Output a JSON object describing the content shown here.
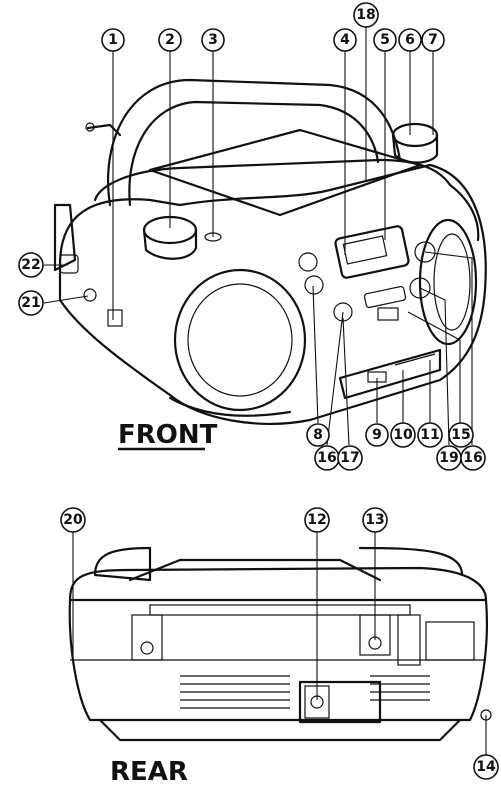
{
  "views": {
    "front": {
      "label": "FRONT"
    },
    "rear": {
      "label": "REAR"
    }
  },
  "callouts": {
    "front": [
      {
        "id": "c1",
        "label": "1"
      },
      {
        "id": "c2",
        "label": "2"
      },
      {
        "id": "c3",
        "label": "3"
      },
      {
        "id": "c4",
        "label": "4"
      },
      {
        "id": "c18",
        "label": "18"
      },
      {
        "id": "c5",
        "label": "5"
      },
      {
        "id": "c6",
        "label": "6"
      },
      {
        "id": "c7",
        "label": "7"
      },
      {
        "id": "c22",
        "label": "22"
      },
      {
        "id": "c21",
        "label": "21"
      },
      {
        "id": "c8",
        "label": "8"
      },
      {
        "id": "c9",
        "label": "9"
      },
      {
        "id": "c10",
        "label": "10"
      },
      {
        "id": "c11",
        "label": "11"
      },
      {
        "id": "c15",
        "label": "15"
      },
      {
        "id": "c16a",
        "label": "16"
      },
      {
        "id": "c17",
        "label": "17"
      },
      {
        "id": "c19",
        "label": "19"
      },
      {
        "id": "c16b",
        "label": "16"
      }
    ],
    "rear": [
      {
        "id": "c20",
        "label": "20"
      },
      {
        "id": "c12",
        "label": "12"
      },
      {
        "id": "c13",
        "label": "13"
      },
      {
        "id": "c14",
        "label": "14"
      }
    ]
  }
}
